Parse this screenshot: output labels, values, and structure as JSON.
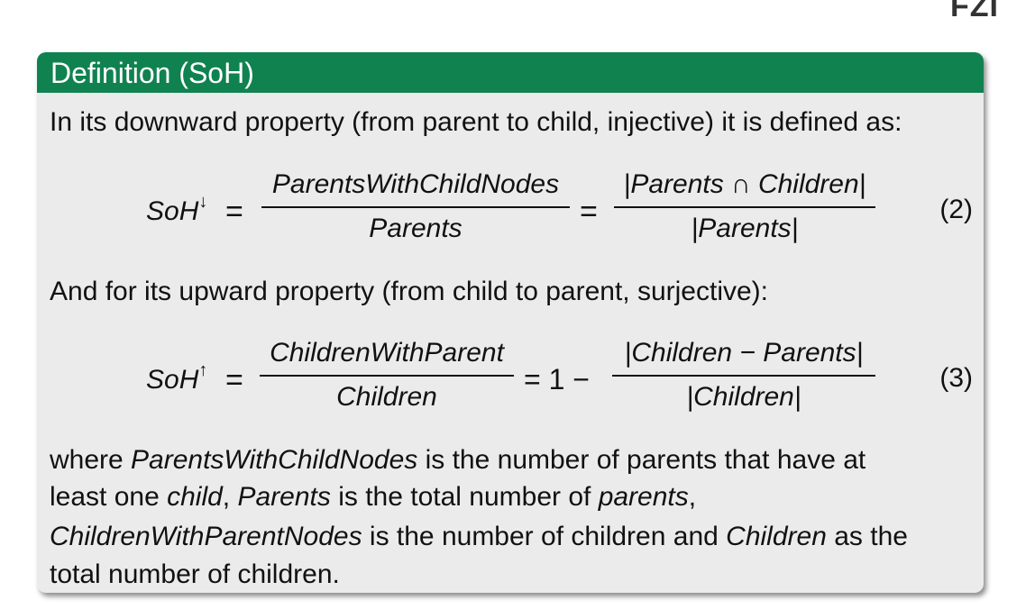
{
  "logo": "FZI",
  "block": {
    "title": "Definition (SoH)",
    "intro": "In its downward property (from parent to child, injective) it is defined as:",
    "eq2": {
      "lhs": "SoH",
      "lhs_sup": "↓",
      "eq_sign": "=",
      "frac1_num": "ParentsWithChildNodes",
      "frac1_den": "Parents",
      "eq_sign2": "=",
      "frac2_num": "|Parents ∩ Children|",
      "frac2_den": "|Parents|",
      "number": "(2)"
    },
    "upward": "And for its upward property (from child to parent, surjective):",
    "eq3": {
      "lhs": "SoH",
      "lhs_sup": "↑",
      "eq_sign": "=",
      "frac1_num": "ChildrenWithParent",
      "frac1_den": "Children",
      "mid": "= 1 −",
      "frac2_num": "|Children − Parents|",
      "frac2_den": "|Children|",
      "number": "(3)"
    },
    "where": {
      "l1_a": "where ",
      "l1_b": "ParentsWithChildNodes",
      "l1_c": " is the number of parents that have at",
      "l2_a": "least one ",
      "l2_b": "child",
      "l2_c": ", ",
      "l2_d": "Parents",
      "l2_e": " is the total number of ",
      "l2_f": "parents",
      "l2_g": ",",
      "l3_a": "ChildrenWithParentNodes",
      "l3_b": " is the number of children and ",
      "l3_c": "Children",
      "l3_d": " as the",
      "l4_a": "total number of children."
    }
  }
}
